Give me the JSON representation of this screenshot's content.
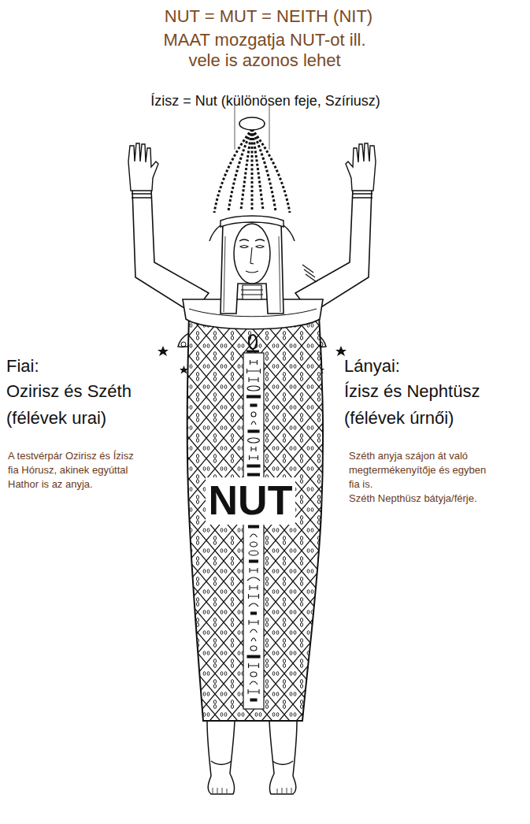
{
  "diagram": {
    "labels": [
      "NUT = MUT = NEITH (NIT)",
      "MAAT mozgatja NUT-ot ill.",
      "vele is azonos lehet",
      "Ízisz = Nut (különösen feje, Szíriusz)",
      "Fiai:",
      "Ozirisz és Széth",
      "(félévek urai)",
      "A testvérpár Ozirisz és Ízisz",
      "fia Hórusz, akinek egyúttal",
      "Hathor is az anyja.",
      "Lányai:",
      "Ízisz és Nephtüsz",
      "(félévek úrnői)",
      "Széth anyja szájon át való",
      "megtermékenyítője és egyben",
      "fia is.",
      "Széth Nepthüsz bátyja/férje.",
      "NUT"
    ]
  }
}
